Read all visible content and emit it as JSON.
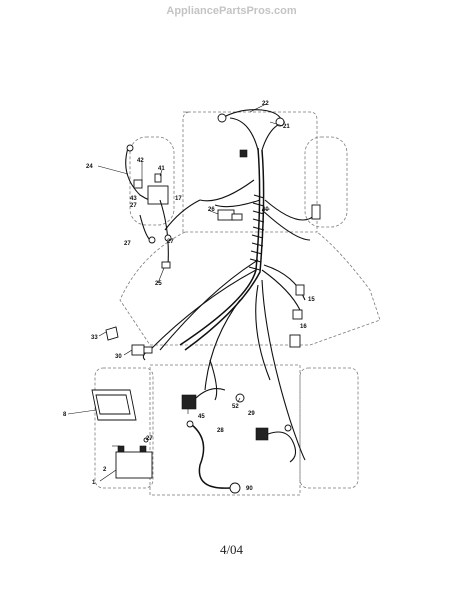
{
  "header": {
    "site": "AppliancePartsPros.com"
  },
  "callouts": [
    "22",
    "21",
    "24",
    "42",
    "41",
    "43",
    "17",
    "27",
    "27",
    "27",
    "26",
    "40",
    "25",
    "33",
    "30",
    "15",
    "16",
    "8",
    "45",
    "52",
    "28",
    "29",
    "27",
    "2",
    "1",
    "90"
  ],
  "footer": {
    "date": "4/04"
  }
}
